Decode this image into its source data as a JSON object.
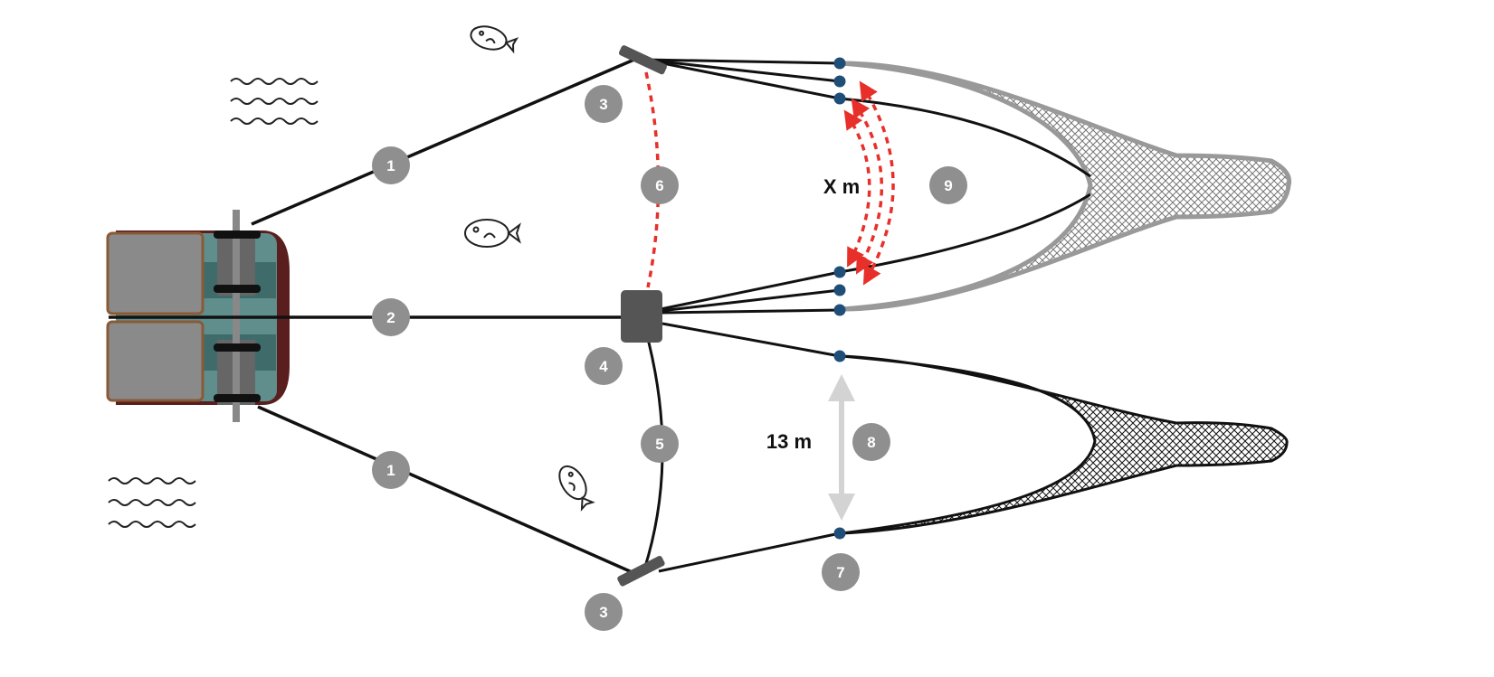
{
  "labels": {
    "spread_dimension": "13 m",
    "adjustable_dimension": "X m"
  },
  "callouts": {
    "warp_top": "1",
    "warp_bottom": "1",
    "center_warp": "2",
    "door_top": "3",
    "door_bottom": "3",
    "center_clump": "4",
    "bottom_bridle": "5",
    "top_bridle": "6",
    "wing_end": "7",
    "spread_arrow": "8",
    "adjust_arrows": "9"
  },
  "colors": {
    "badge": "#8f8f8f",
    "node": "#1f4e79",
    "door": "#555555",
    "red_dashed": "#e8302a",
    "gray_arrow": "#d3d3d3",
    "vessel_body": "#5f8e8d",
    "vessel_hull": "#5a1e1e",
    "vessel_box": "#8a8a8a",
    "vessel_box_border": "#8a5a36"
  },
  "icons": [
    "water-waves-icon",
    "flatfish-icon"
  ]
}
